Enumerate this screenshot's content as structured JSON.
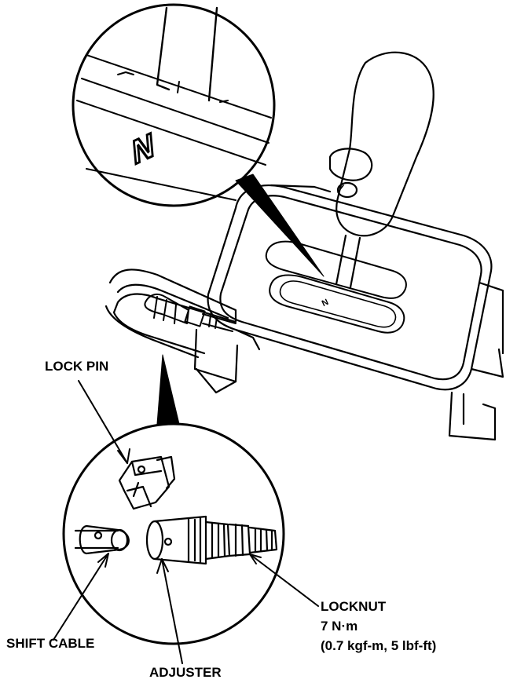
{
  "labels": {
    "lock_pin": "LOCK PIN",
    "shift_cable": "SHIFT CABLE",
    "adjuster": "ADJUSTER",
    "locknut": "LOCKNUT",
    "torque_nm": "7 N·m",
    "torque_alt": "(0.7 kgf-m, 5 lbf-ft)"
  },
  "indicator": {
    "detail_position": "N",
    "gate_position": "N"
  }
}
